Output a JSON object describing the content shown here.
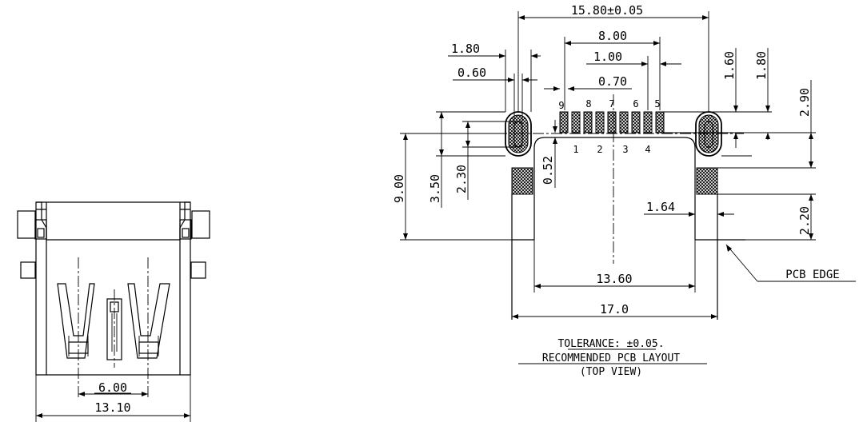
{
  "front_view": {
    "dim_pin_spacing": "6.00",
    "dim_overall_width": "13.10"
  },
  "pcb_layout": {
    "dim_overall_mount": "15.80±0.05",
    "dim_pad_row": "8.00",
    "dim_1_00": "1.00",
    "dim_0_70": "0.70",
    "dim_1_80_left": "1.80",
    "dim_0_60": "0.60",
    "dim_1_60": "1.60",
    "dim_1_80_top": "1.80",
    "dim_2_90": "2.90",
    "dim_9_00": "9.00",
    "dim_3_50": "3.50",
    "dim_2_30": "2.30",
    "dim_0_52": "0.52",
    "dim_1_64": "1.64",
    "dim_2_20": "2.20",
    "dim_13_60": "13.60",
    "dim_17_0": "17.0",
    "pcb_edge_label": "PCB EDGE",
    "pin_numbers_top": [
      "9",
      "8",
      "7",
      "6",
      "5"
    ],
    "pin_numbers_bottom": [
      "1",
      "2",
      "3",
      "4"
    ]
  },
  "notes": {
    "line1": "TOLERANCE: ±0.05.",
    "line2": "RECOMMENDED PCB LAYOUT",
    "line3": "(TOP VIEW)"
  }
}
